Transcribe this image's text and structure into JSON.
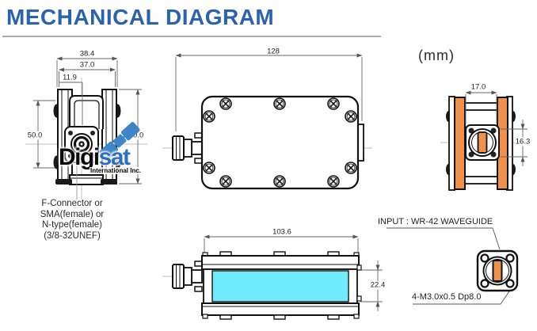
{
  "header": {
    "title": "MECHANICAL DIAGRAM"
  },
  "units_label": "(mm)",
  "front_view": {
    "dim_width_outer": "38.4",
    "dim_width_inner": "37.0",
    "dim_connector_offset": "11.9",
    "dim_mount_spacing": "50.0",
    "dim_height": "70.0",
    "connector_note_lines": [
      "F-Connector or",
      "SMA(female) or",
      "N-type(female)",
      "(3/8-32UNEF)"
    ]
  },
  "top_view": {
    "dim_length": "128"
  },
  "rear_view": {
    "dim_waveguide_width": "17.0",
    "dim_waveguide_height": "16.3"
  },
  "bottom_view": {
    "dim_body_length": "103.6",
    "dim_body_height": "22.4"
  },
  "waveguide_detail": {
    "input_label": "INPUT : WR-42 WAVEGUIDE",
    "screw_spec_label": "4-M3.0x0.5 Dp8.0"
  },
  "watermark": {
    "brand_prefix": "Digi",
    "brand_suffix": "sat",
    "subtitle": "International Inc."
  },
  "colors": {
    "accent_blue": "#2A62AE",
    "highlight_orange": "#F0914C",
    "highlight_cyan": "#6FEBFB",
    "watermark_blue": "#3E86C8"
  }
}
